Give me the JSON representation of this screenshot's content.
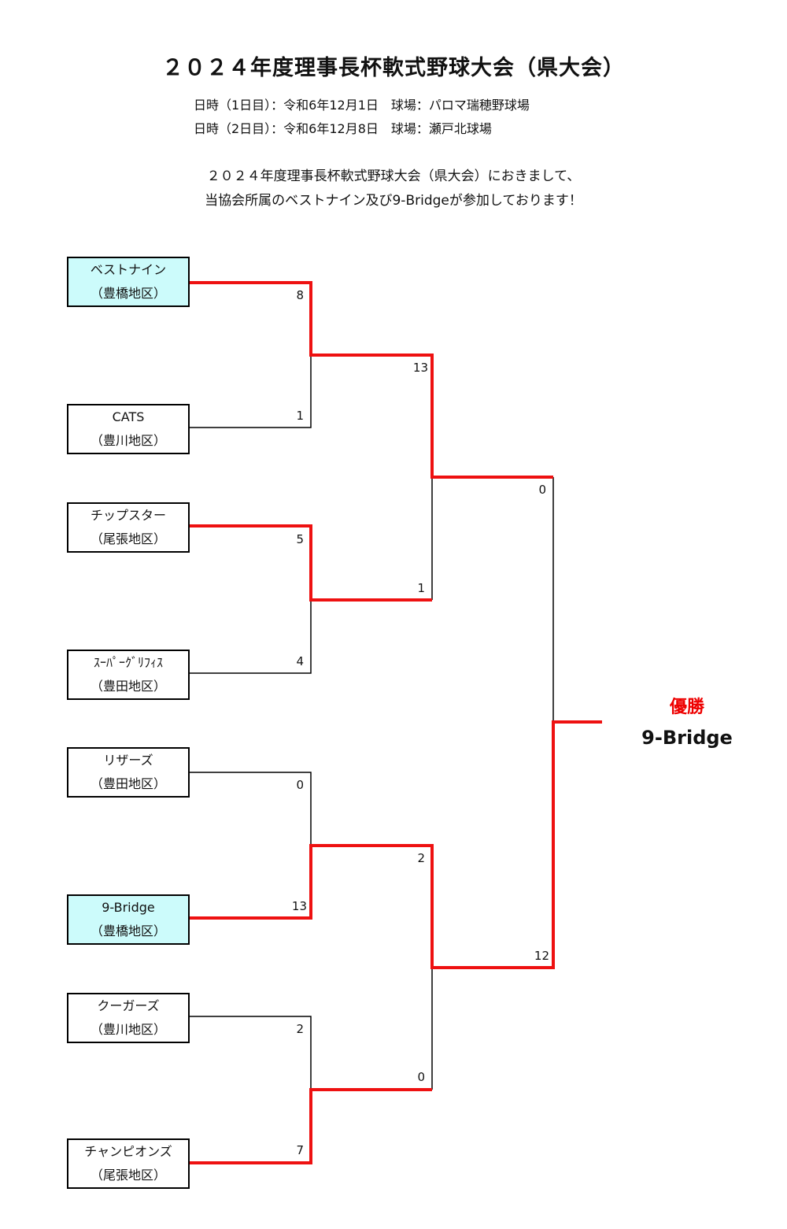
{
  "title": "２０２４年度理事長杯軟式野球大会（県大会）",
  "schedule": [
    "日時（1日目）：令和6年12月1日　球場：パロマ瑞穂野球場",
    "日時（2日目）：令和6年12月8日　球場：瀬戸北球場"
  ],
  "message": [
    "２０２４年度理事長杯軟式野球大会（県大会）におきまして、",
    "当協会所属のベストナイン及び9-Bridgeが参加しております！"
  ],
  "teams": [
    {
      "name": "ベストナイン",
      "district": "（豊橋地区）"
    },
    {
      "name": "CATS",
      "district": "（豊川地区）"
    },
    {
      "name": "チップスター",
      "district": "（尾張地区）"
    },
    {
      "name": "ｽｰﾊﾟｰｸﾞﾘﾌｨｽ",
      "district": "（豊田地区）"
    },
    {
      "name": "リザーズ",
      "district": "（豊田地区）"
    },
    {
      "name": "9-Bridge",
      "district": "（豊橋地区）"
    },
    {
      "name": "クーガーズ",
      "district": "（豊川地区）"
    },
    {
      "name": "チャンピオンズ",
      "district": "（尾張地区）"
    }
  ],
  "scores": {
    "r1": [
      "8",
      "1",
      "5",
      "4",
      "0",
      "13",
      "2",
      "7"
    ],
    "r2": [
      "13",
      "1",
      "2",
      "0"
    ],
    "final": [
      "0",
      "12"
    ]
  },
  "champion": {
    "label": "優勝",
    "name": "9-Bridge"
  },
  "colors": {
    "winner_line": "#ee1111",
    "loser_line": "#000000",
    "highlight": "#ccfbfb"
  }
}
